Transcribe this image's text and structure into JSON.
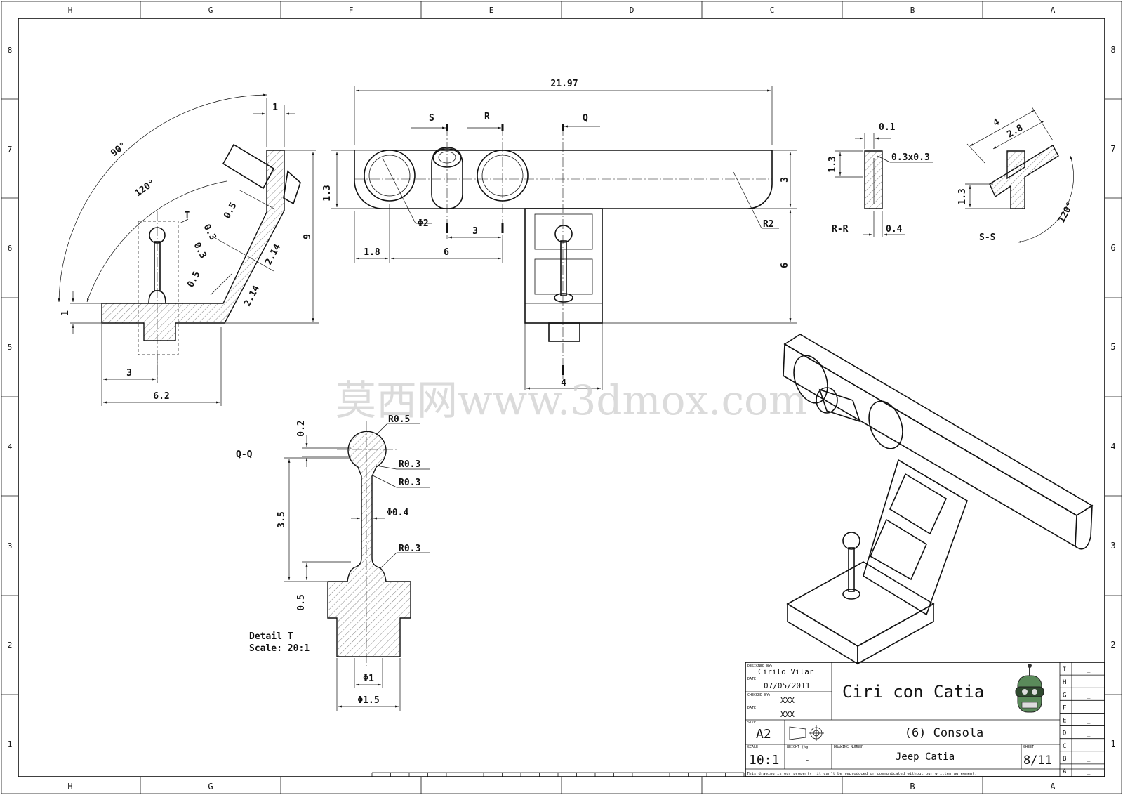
{
  "frame": {
    "columns": [
      "H",
      "G",
      "F",
      "E",
      "D",
      "C",
      "B",
      "A"
    ],
    "rows": [
      "8",
      "7",
      "6",
      "5",
      "4",
      "3",
      "2",
      "1"
    ]
  },
  "watermark": "莫西网www.3dmox.com",
  "views": {
    "top": {
      "section_markers": [
        "S",
        "R",
        "Q"
      ],
      "dims": [
        "21.97",
        "1.3",
        "3",
        "6",
        "3",
        "1.8",
        "6",
        "4"
      ],
      "labels": [
        "Φ2",
        "R2"
      ]
    },
    "side": {
      "dims": [
        "1",
        "0.5",
        "0.3",
        "2.14",
        "0.3",
        "0.5",
        "2.14",
        "9",
        "1",
        "3",
        "6.2"
      ],
      "angles": [
        "90°",
        "120°"
      ],
      "detail_marker": "T"
    },
    "section_rr": {
      "label": "R-R",
      "dims": [
        "0.1",
        "0.3x0.3",
        "1.3",
        "0.4"
      ]
    },
    "section_ss": {
      "label": "S-S",
      "dims": [
        "4",
        "2.8",
        "1.3",
        "120°"
      ]
    },
    "section_qq": {
      "label": "Q-Q",
      "dims": [
        "0.2",
        "R0.5",
        "R0.3",
        "R0.3",
        "3.5",
        "Φ0.4",
        "R0.3",
        "0.5",
        "Φ1",
        "Φ1.5"
      ],
      "detail_caption_1": "Detail T",
      "detail_caption_2": "Scale:  20:1"
    }
  },
  "title_block": {
    "designed_by_label": "DESIGNED BY:",
    "designer": "Cirilo Vilar",
    "date_label": "DATE:",
    "date": "07/05/2011",
    "checked_by_label": "CHECKED BY:",
    "checked_by": "XXX",
    "date2_label": "DATE:",
    "date2": "XXX",
    "title": "Ciri con Catia",
    "size_label": "SIZE",
    "size": "A2",
    "part_name": "(6) Consola",
    "scale_label": "SCALE",
    "scale": "10:1",
    "weight_label": "WEIGHT (kg)",
    "weight": "-",
    "drawing_number_label": "DRAWING NUMBER",
    "drawing_number": "Jeep Catia",
    "sheet_label": "SHEET",
    "sheet": "8/11",
    "notice": "This drawing is our property; it can't be reproduced or communicated without our written agreement.",
    "revisions": [
      "I",
      "H",
      "G",
      "F",
      "E",
      "D",
      "C",
      "B",
      "A"
    ],
    "revision_values": [
      "_",
      "_",
      "_",
      "_",
      "_",
      "_",
      "_",
      "_",
      "_"
    ]
  }
}
